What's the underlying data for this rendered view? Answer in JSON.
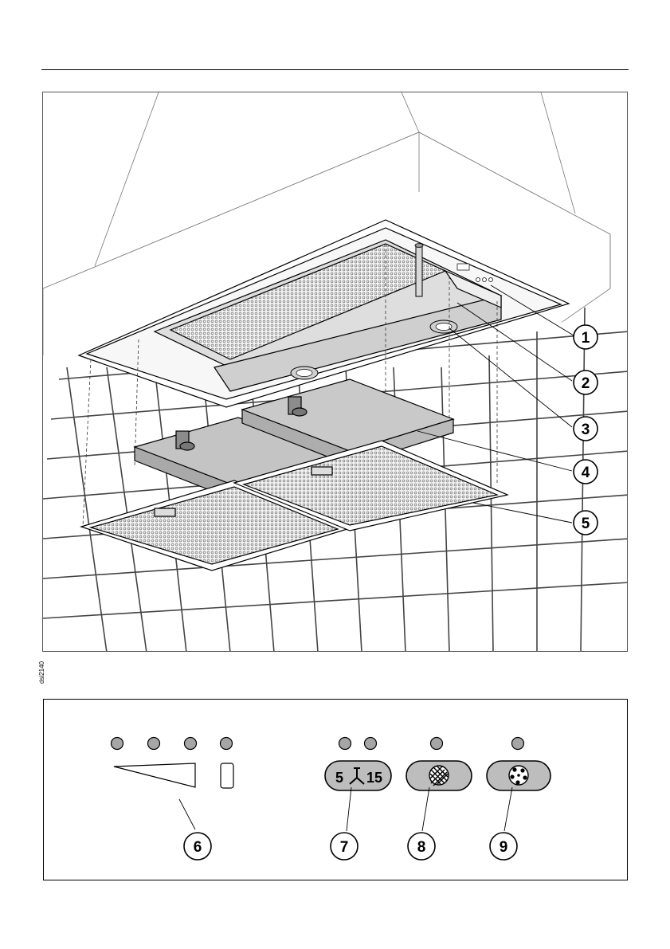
{
  "figure": {
    "code": "dsi2140",
    "callouts": [
      {
        "num": "1",
        "part": "control-panel"
      },
      {
        "num": "2",
        "part": "light-switch-rod"
      },
      {
        "num": "3",
        "part": "halogen-lamp"
      },
      {
        "num": "4",
        "part": "carbon-filter"
      },
      {
        "num": "5",
        "part": "grease-filter"
      }
    ]
  },
  "panel": {
    "callouts": [
      {
        "num": "6"
      },
      {
        "num": "7"
      },
      {
        "num": "8"
      },
      {
        "num": "9"
      }
    ],
    "timer_button": {
      "left_label": "5",
      "right_label": "15"
    },
    "icons": [
      "fan-icon",
      "grease-filter-icon",
      "carbon-filter-icon"
    ]
  },
  "colors": {
    "line": "#000000",
    "grey_fill": "#bdbdbd",
    "light_fill": "#e8e8e8",
    "led_fill": "#a6a6a6"
  }
}
